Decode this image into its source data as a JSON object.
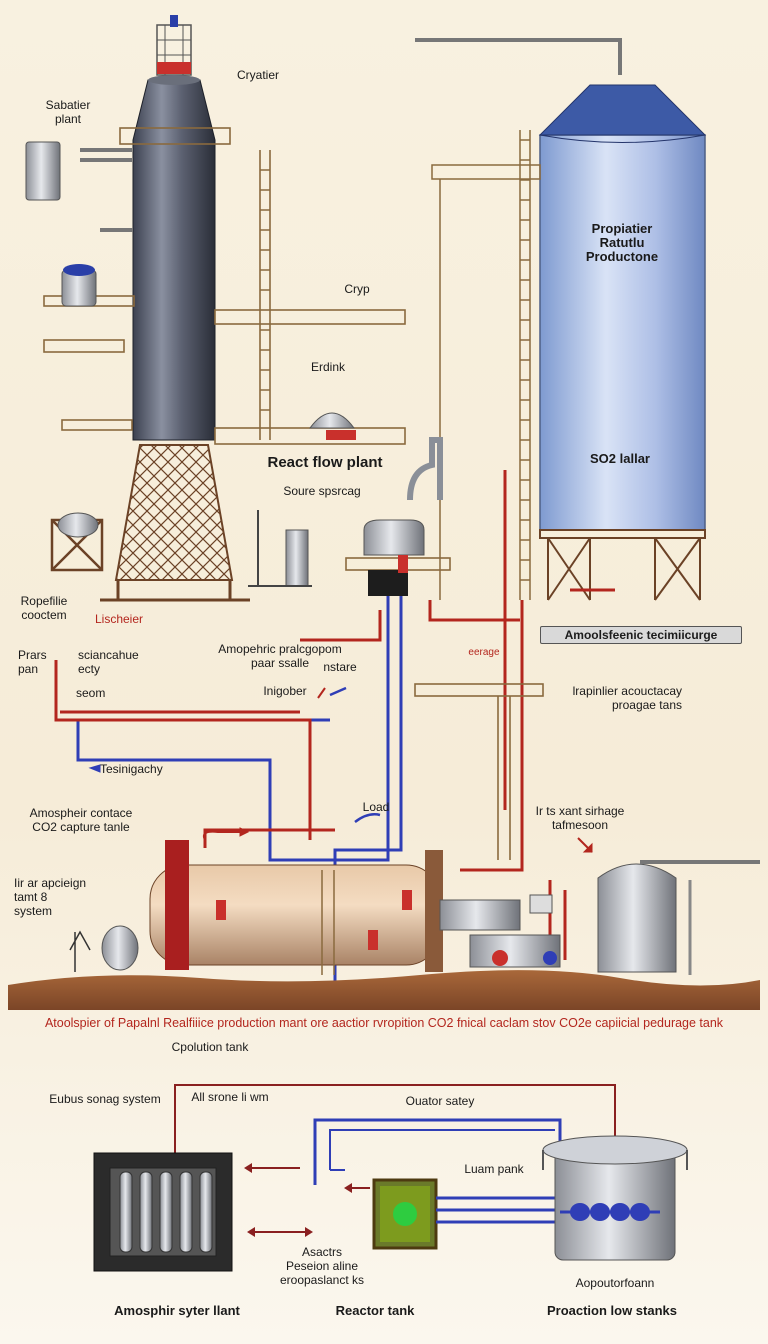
{
  "plant": {
    "labels": {
      "sabatier": "Sabatier\nplant",
      "cryatier": "Cryatier",
      "cryp": "Cryp",
      "erdink": "Erdink",
      "react_flow": "React flow plant",
      "soure": "Soure spsrcag",
      "ropefile": "Ropefilie\ncooctem",
      "lischeier": "Lischeier",
      "propiatier": "Propiatier\nRatutlu\nProductone",
      "so2": "SO2 lallar",
      "banner": "Amoolsfeenic tecimiicurge",
      "eerage": "eerage",
      "prars": "Prars\npan",
      "sciancalue": "sciancahue\necty",
      "amopehric": "Amopehric pralcgopom\npaar ssalle",
      "nstare": "nstare",
      "seom": "seom",
      "inigober": "Inigober",
      "irapinlier": "lrapinlier acouctacay\nproagae tans",
      "tesinigachy": "Tesinigachy",
      "load": "Load",
      "amospheir": "Amospheir contace\nCO2 capture tanle",
      "irts": "Ir ts xant sirhage\ntafmesoon",
      "irapcign": "Iir ar apcieign\ntamt 8\nsystem"
    },
    "caption": "Atoolspier of Papalnl Realfiiice production mant ore aactior rvropition CO2 fnical caclam stov CO2e capiicial pedurage tank",
    "bottom": {
      "cpolution": "Cpolution tank",
      "eubus": "Eubus sonag system",
      "all_srone": "All srone li wm",
      "ouator": "Ouator satey",
      "luam": "Luam pank",
      "asactrs": "Asactrs\nPeseion aline\neroopaslanct ks",
      "aopout": "Aopoutorfoann",
      "amosphir": "Amosphir syter llant",
      "reactor": "Reactor tank",
      "proaction": "Proaction low stanks"
    }
  }
}
